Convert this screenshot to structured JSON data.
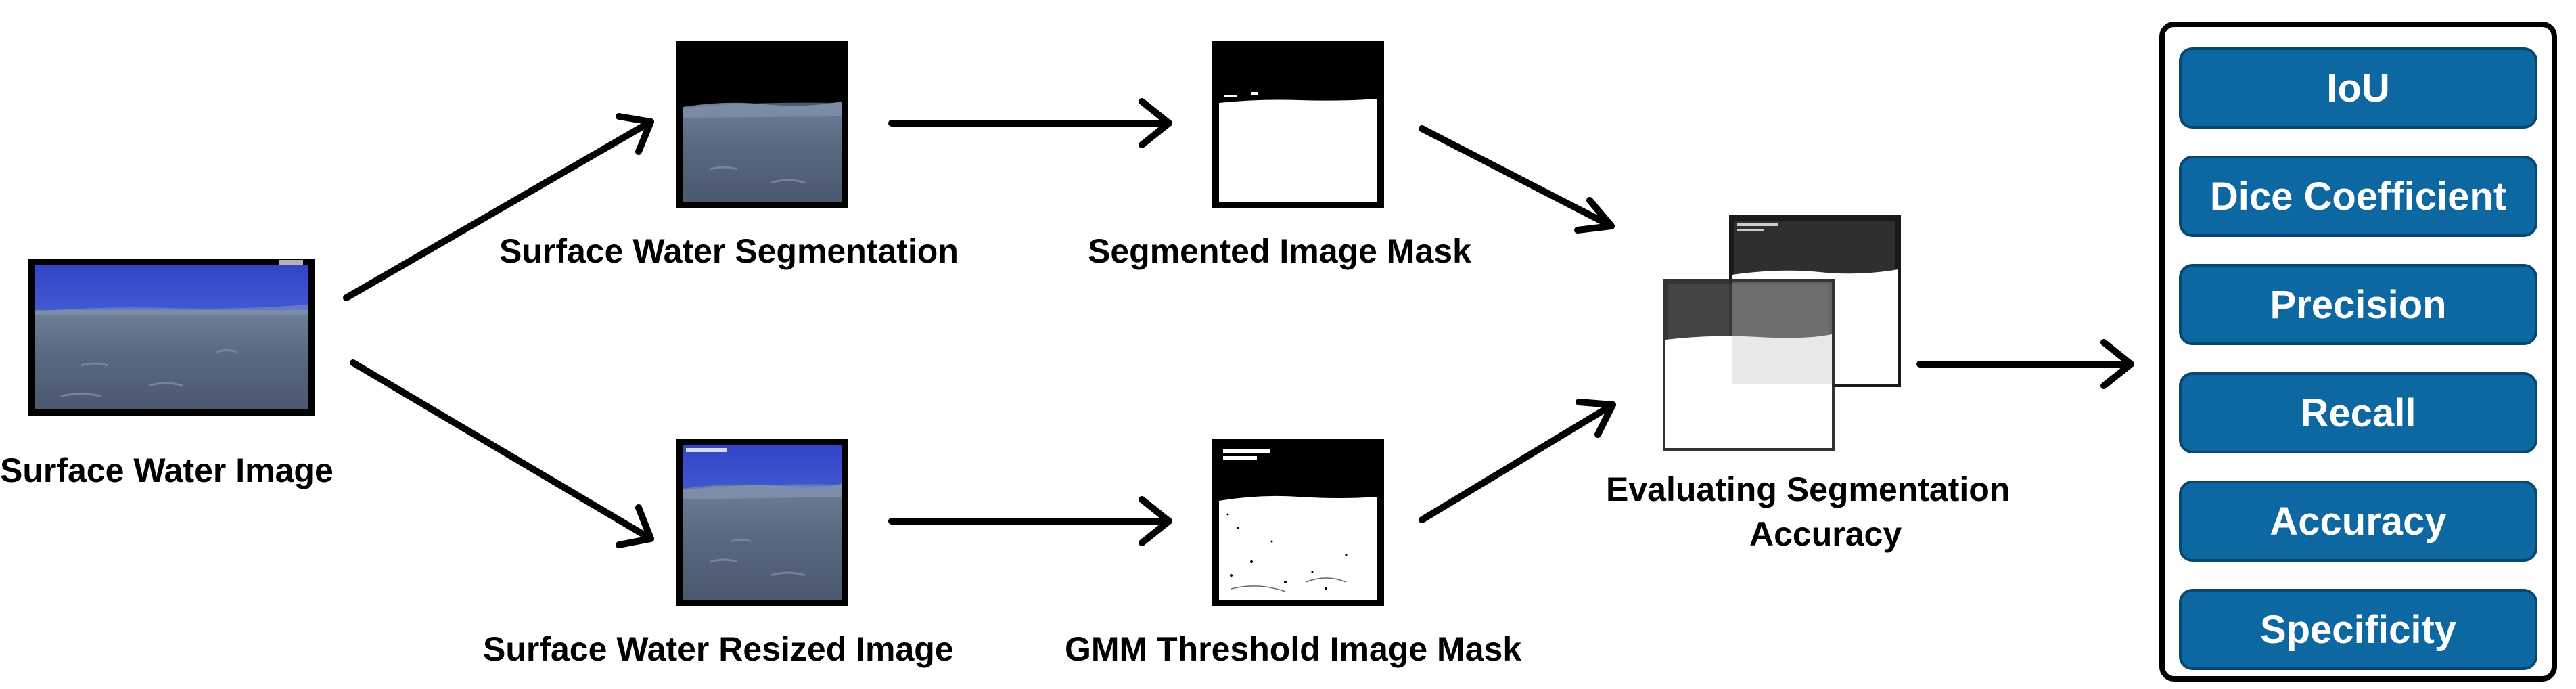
{
  "labels": {
    "surface_water_image": "Surface Water Image",
    "surface_water_segmentation": "Surface Water Segmentation",
    "segmented_image_mask": "Segmented Image Mask",
    "surface_water_resized_image": "Surface Water Resized Image",
    "gmm_threshold_image_mask": "GMM Threshold Image Mask",
    "evaluating_line1": "Evaluating Segmentation",
    "evaluating_line2": "Accuracy"
  },
  "metrics": [
    "IoU",
    "Dice Coefficient",
    "Precision",
    "Recall",
    "Accuracy",
    "Specificity"
  ],
  "colors": {
    "sky": "#3a4fd0",
    "water": "#5a6b85",
    "metric_fill": "#0d67a0",
    "metric_border": "#07486f",
    "mask_dark": "#3a3a3a"
  }
}
